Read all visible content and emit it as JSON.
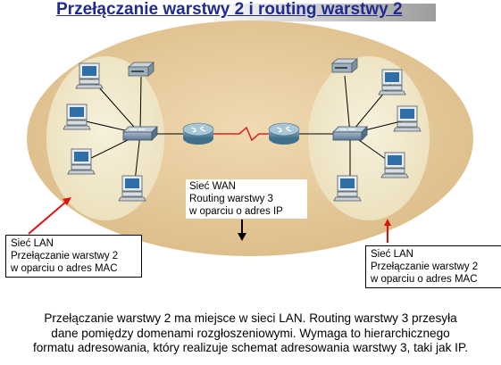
{
  "title": "Przełączanie warstwy 2 i routing warstwy 2",
  "wan_label": [
    "Sieć WAN",
    "Routing warstwy 3",
    "w oparciu o adres IP"
  ],
  "lan_left_label": [
    "Sieć LAN",
    "Przełączanie warstwy 2",
    "w oparciu o adres MAC"
  ],
  "lan_right_label": [
    "Sieć LAN",
    "Przełączanie warstwy 2",
    "w oparciu o adres MAC"
  ],
  "caption": [
    "Przełączanie warstwy 2 ma miejsce w sieci LAN. Routing warstwy 3 przesyła",
    "dane pomiędzy domenami rozgłoszeniowymi. Wymaga to hierarchicznego",
    "formatu adresowania, który realizuje schemat adresowania warstwy 3, taki jak IP."
  ],
  "colors": {
    "wan_cloud": "#e6c99c",
    "lan_circle": "#efe6c6",
    "switch": "#7d95ad",
    "router": "#5f8aa3",
    "serial_link": "#e02020",
    "arrow_red": "#e01010",
    "title": "#1f2b8f"
  },
  "icons": [
    "router-icon",
    "switch-icon",
    "pc-icon",
    "printer-icon"
  ]
}
